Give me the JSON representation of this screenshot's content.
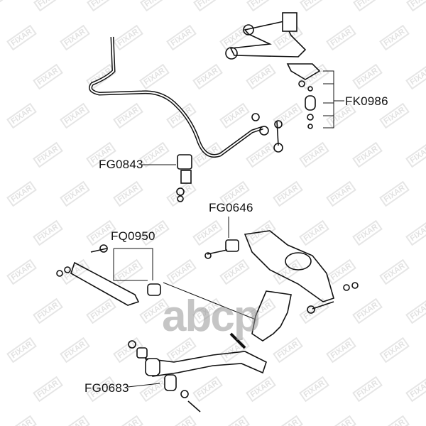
{
  "watermark": {
    "text": "abcp",
    "tile_text": "FIXAR"
  },
  "labels": {
    "fk0986": "FK0986",
    "fg0843": "FG0843",
    "fg0646": "FG0646",
    "fq0950": "FQ0950",
    "fg0683": "FG0683"
  },
  "colors": {
    "line": "#111111",
    "watermark": "#969696"
  }
}
